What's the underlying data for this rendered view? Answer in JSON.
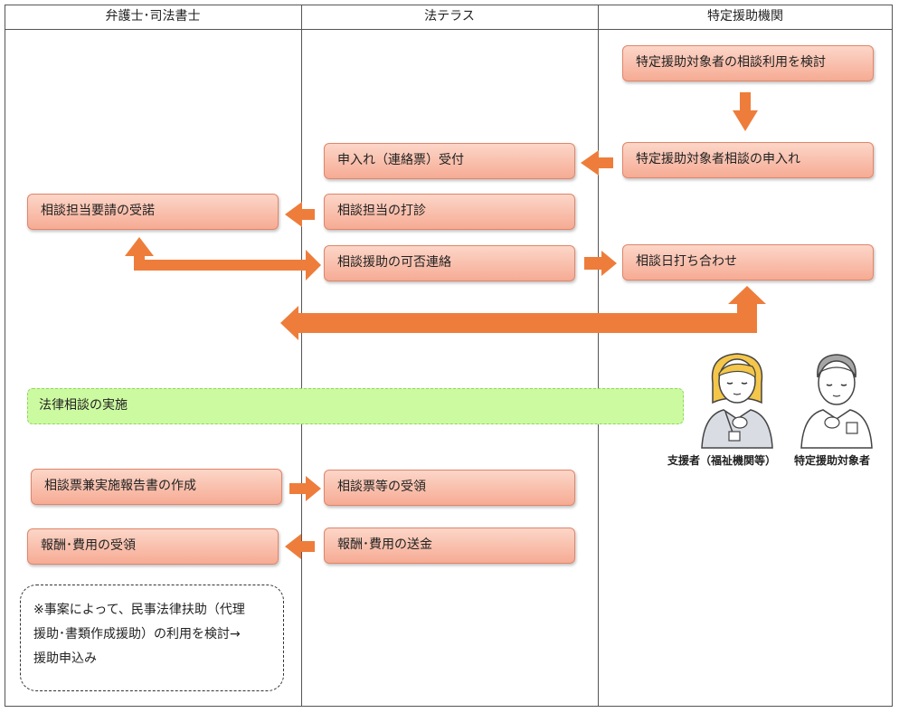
{
  "columns": {
    "lawyer": "弁護士･司法書士",
    "houterasu": "法テラス",
    "agency": "特定援助機関"
  },
  "steps": {
    "consider": "特定援助対象者の相談利用を検討",
    "apply": "特定援助対象者相談の申入れ",
    "receive_application": "申入れ（連絡票）受付",
    "sound_out": "相談担当の打診",
    "accept": "相談担当要請の受諾",
    "notify": "相談援助の可否連絡",
    "schedule": "相談日打ち合わせ",
    "consultation": "法律相談の実施",
    "report": "相談票兼実施報告書の作成",
    "receive_report": "相談票等の受領",
    "receive_fee": "報酬･費用の受領",
    "send_fee": "報酬･費用の送金"
  },
  "note": {
    "line1": "※事案によって、民事法律扶助（代理",
    "line2": "援助･書類作成援助）の利用を検討→",
    "line3": "援助申込み"
  },
  "people": {
    "supporter": "支援者（福祉機関等）",
    "target": "特定援助対象者"
  },
  "colors": {
    "arrow": "#ee7d3b",
    "box_fill": "#f8b9a4",
    "green_fill": "#ccfaa1"
  }
}
